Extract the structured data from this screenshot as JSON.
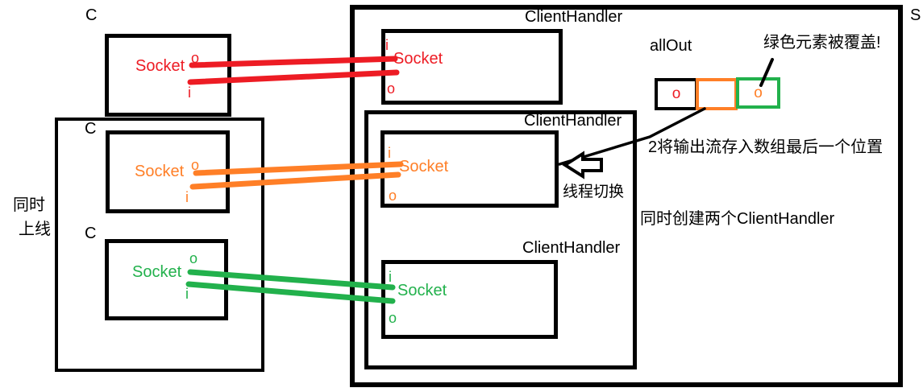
{
  "colors": {
    "red": "#ed1c24",
    "orange": "#ff7f27",
    "green": "#22b14c",
    "black": "#000000",
    "background": "#ffffff"
  },
  "left_panel": {
    "online_note": {
      "line1": "同时",
      "line2": "上线"
    },
    "clients": [
      {
        "label": "C",
        "socket": "Socket",
        "port_out": "o",
        "port_in": "i",
        "color": "#ed1c24"
      },
      {
        "label": "C",
        "socket": "Socket",
        "port_out": "o",
        "port_in": "i",
        "color": "#ff7f27"
      },
      {
        "label": "C",
        "socket": "Socket",
        "port_out": "o",
        "port_in": "i",
        "color": "#22b14c"
      }
    ]
  },
  "server_panel": {
    "label": "S",
    "handlers": [
      {
        "title": "ClientHandler",
        "socket": "Socket",
        "port_in": "i",
        "port_out": "o",
        "color": "#ed1c24"
      },
      {
        "title": "ClientHandler",
        "socket": "Socket",
        "port_in": "i",
        "port_out": "o",
        "color": "#ff7f27"
      },
      {
        "title": "ClientHandler",
        "socket": "Socket",
        "port_in": "i",
        "port_out": "o",
        "color": "#22b14c"
      }
    ],
    "thread_switch_note": "线程切换"
  },
  "all_out": {
    "label": "allOut",
    "cells": [
      {
        "value": "o",
        "border_color": "#000000",
        "value_color": "#ed1c24"
      },
      {
        "value": "",
        "border_color": "#ff7f27",
        "value_color": ""
      },
      {
        "value": "o",
        "border_color": "#22b14c",
        "value_color": "#ff7f27"
      }
    ]
  },
  "annotations": {
    "overwrite_note": "绿色元素被覆盖!",
    "store_note": "2将输出流存入数组最后一个位置",
    "create_note": "同时创建两个ClientHandler"
  }
}
